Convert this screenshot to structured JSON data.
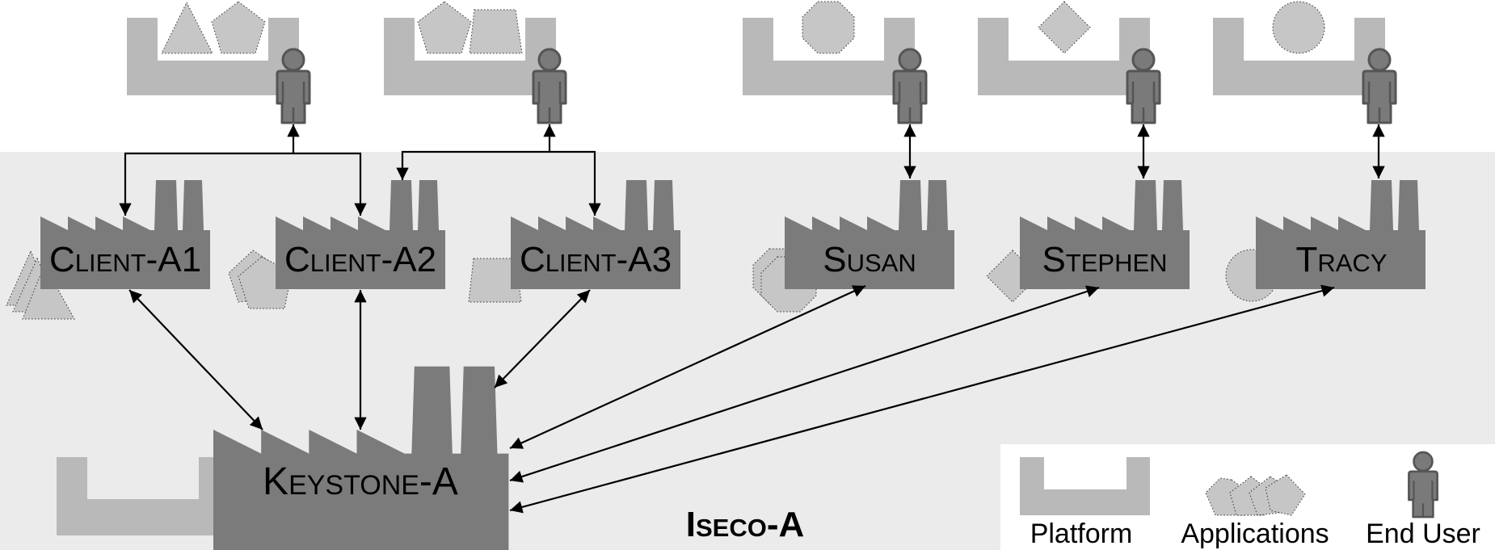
{
  "diagram": {
    "title": "Iseco-A",
    "colors": {
      "background": "#ffffff",
      "ecosystem_band": "#ebebeb",
      "platform": "#b9b9b9",
      "factory": "#7b7b7b",
      "application": "#c6c6c6",
      "person": "#7a7a7a",
      "connector": "#000000"
    },
    "keystone": {
      "label": "Keystone-A",
      "has_platform": true
    },
    "nodes": [
      {
        "id": "client-a1",
        "label": "Client-A1",
        "applications": "triangles",
        "user_group": "group-1"
      },
      {
        "id": "client-a2",
        "label": "Client-A2",
        "applications": "pentagons",
        "user_group": "group-1-and-2"
      },
      {
        "id": "client-a3",
        "label": "Client-A3",
        "applications": "trapezoid",
        "user_group": "group-2"
      },
      {
        "id": "susan",
        "label": "Susan",
        "applications": "octagons",
        "user_group": "own"
      },
      {
        "id": "stephen",
        "label": "Stephen",
        "applications": "diamond",
        "user_group": "own"
      },
      {
        "id": "tracy",
        "label": "Tracy",
        "applications": "circle",
        "user_group": "own"
      }
    ],
    "end_user_platforms": [
      {
        "id": "user-1",
        "applications": [
          "triangle",
          "pentagon"
        ],
        "connected_to": [
          "Client-A1",
          "Client-A2"
        ]
      },
      {
        "id": "user-2",
        "applications": [
          "pentagon",
          "trapezoid"
        ],
        "connected_to": [
          "Client-A2",
          "Client-A3"
        ]
      },
      {
        "id": "user-3",
        "applications": [
          "octagon"
        ],
        "connected_to": [
          "Susan"
        ]
      },
      {
        "id": "user-4",
        "applications": [
          "diamond"
        ],
        "connected_to": [
          "Stephen"
        ]
      },
      {
        "id": "user-5",
        "applications": [
          "circle"
        ],
        "connected_to": [
          "Tracy"
        ]
      }
    ],
    "keystone_links": [
      "Client-A1",
      "Client-A2",
      "Client-A3",
      "Susan",
      "Stephen",
      "Tracy"
    ]
  },
  "legend": {
    "items": [
      {
        "label": "Platform",
        "icon": "platform-icon"
      },
      {
        "label": "Applications",
        "icon": "applications-icon"
      },
      {
        "label": "End User",
        "icon": "end-user-icon"
      }
    ]
  }
}
